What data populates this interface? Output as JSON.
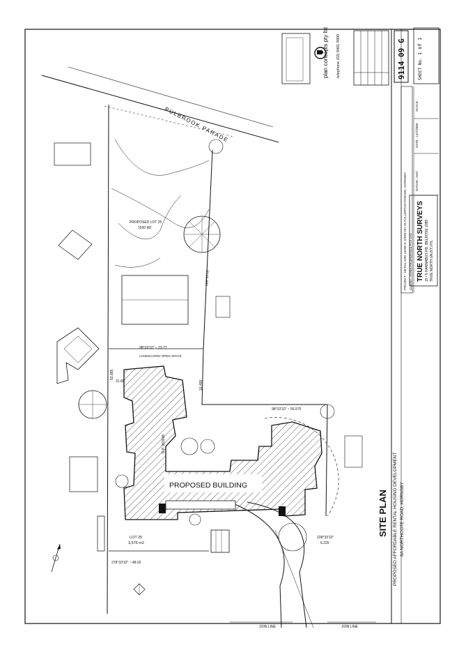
{
  "drawing": {
    "title": "SITE PLAN",
    "subtitle_1": "PROPOSED AFFORDABLE RENTAL HOUSING DEVELOPMENT",
    "subtitle_2": "6A NORTHCOTE ROAD, HORNSBY",
    "building_label": "PROPOSED BUILDING",
    "street_label": "PULBROOK PARADE",
    "lot_25_label": "LOT 25",
    "lot_25_area": "3,576 m2",
    "proposed_lot_label": "PROPOSED LOT 25",
    "proposed_lot_area": "1530 M2",
    "join_line_1": "JOIN LINE",
    "join_line_2": "JOIN LINE",
    "dimensions": {
      "d1": "98°33'10\" ~ 23.77",
      "d2": "98°33'10\" ~ 56.575",
      "d3": "278°33'10\" ~ 48.02",
      "d4": "228°33'10\"",
      "d5": "6.220",
      "d6": "189°33'10\"",
      "d7": "16.455",
      "d8": "53.885",
      "d9": "31.68"
    },
    "labels": {
      "landscaped_open_space": "LANDSCAPED OPEN SPACE",
      "dp_ref": "D.P. 263036"
    }
  },
  "title_block": {
    "company": "TRUE NORTH SURVEYS",
    "company_address": "15 / 5 HANNABUS RD, BELROSE 2085",
    "company_contact": "TRUE NORTH (AUST) P/L",
    "architect": "plan concepts pty ltd",
    "architect_phone": "telephone (02) 9401 9900",
    "project": "PROJECT : DETAIL AND LEVELS OVER NO 25 FULLERTON PARADE, HORNSBY",
    "client": "CLIENT : ATRIA PROPERTIES PTY LTD",
    "datum": "DATUM : AHD",
    "date": "DATE : 14/7/2005",
    "scale": "SCALE :",
    "drawing_no_prefix": "9114",
    "drawing_no_suffix": "09",
    "revision": "G",
    "sheet": "1 of 1",
    "sheets_label": "SHEET No."
  }
}
